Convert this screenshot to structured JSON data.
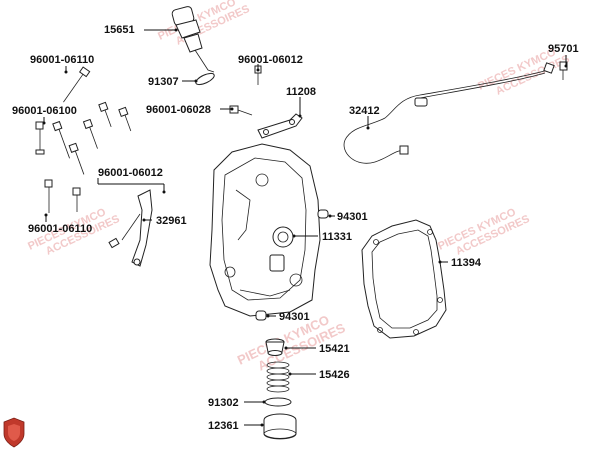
{
  "watermark": {
    "line1": "PIECES KYMCO",
    "line2": "ACCESSOIRES"
  },
  "labels": [
    "15651",
    "96001-06110",
    "91307",
    "96001-06012",
    "95701",
    "96001-06100",
    "11208",
    "32412",
    "96001-06028",
    "96001-06012",
    "32961",
    "94301",
    "11331",
    "96001-06110",
    "11394",
    "94301",
    "15421",
    "15426",
    "91302",
    "12361"
  ],
  "colors": {
    "line": "#111111",
    "watermark": "#f2c9c9",
    "logo": "#c0392b"
  },
  "icons": [
    "shield-logo-icon"
  ]
}
